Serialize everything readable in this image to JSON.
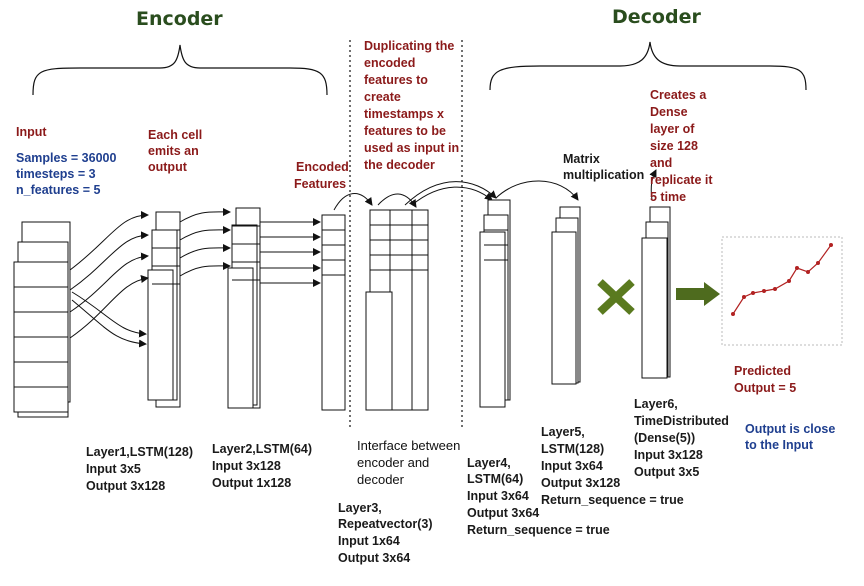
{
  "headings": {
    "encoder": "Encoder",
    "decoder": "Decoder"
  },
  "input_block": {
    "title": "Input",
    "samples": "Samples = 36000",
    "timesteps": "timesteps = 3",
    "n_features": "n_features = 5"
  },
  "notes": {
    "each_cell": [
      "Each cell",
      "emits an",
      "output"
    ],
    "encoded_features": [
      "Encoded",
      "Features"
    ],
    "duplicating": [
      "Duplicating the",
      "encoded",
      "features to",
      "create",
      "timestamps x",
      "features to be",
      "used as input in",
      "the decoder"
    ],
    "matrix": [
      "Matrix",
      "multiplication"
    ],
    "creates_dense": [
      "Creates a",
      "Dense",
      "layer of",
      "size 128",
      "and",
      "replicate it",
      "5 time"
    ],
    "predicted": [
      "Predicted",
      "Output  = 5"
    ],
    "close_to_input": [
      "Output is close",
      "to the Input"
    ]
  },
  "layers": {
    "layer1": [
      "Layer1,LSTM(128)",
      "Input 3x5",
      "Output 3x128"
    ],
    "layer2": [
      "Layer2,LSTM(64)",
      "Input 3x128",
      "Output 1x128"
    ],
    "interface": [
      "Interface between",
      "encoder and",
      "decoder"
    ],
    "layer3": [
      "Layer3,",
      "Repeatvector(3)",
      "Input 1x64",
      "Output 3x64"
    ],
    "layer4": [
      "Layer4,",
      "LSTM(64)",
      "Input 3x64",
      "Output 3x64",
      "Return_sequence = true"
    ],
    "layer5": [
      "Layer5,",
      "LSTM(128)",
      "Input 3x64",
      "Output 3x128",
      "Return_sequence = true"
    ],
    "layer6": [
      "Layer6,",
      "TimeDistributed",
      "(Dense(5))",
      "Input 3x128",
      "Output 3x5"
    ]
  },
  "colors": {
    "heading": "#2a4d1e",
    "note_red": "#8b1a1a",
    "note_blue": "#1f3f8f",
    "multiply_x": "#5a7a1f",
    "arrow_green": "#4e6b1e",
    "plot_line": "#b22222"
  }
}
